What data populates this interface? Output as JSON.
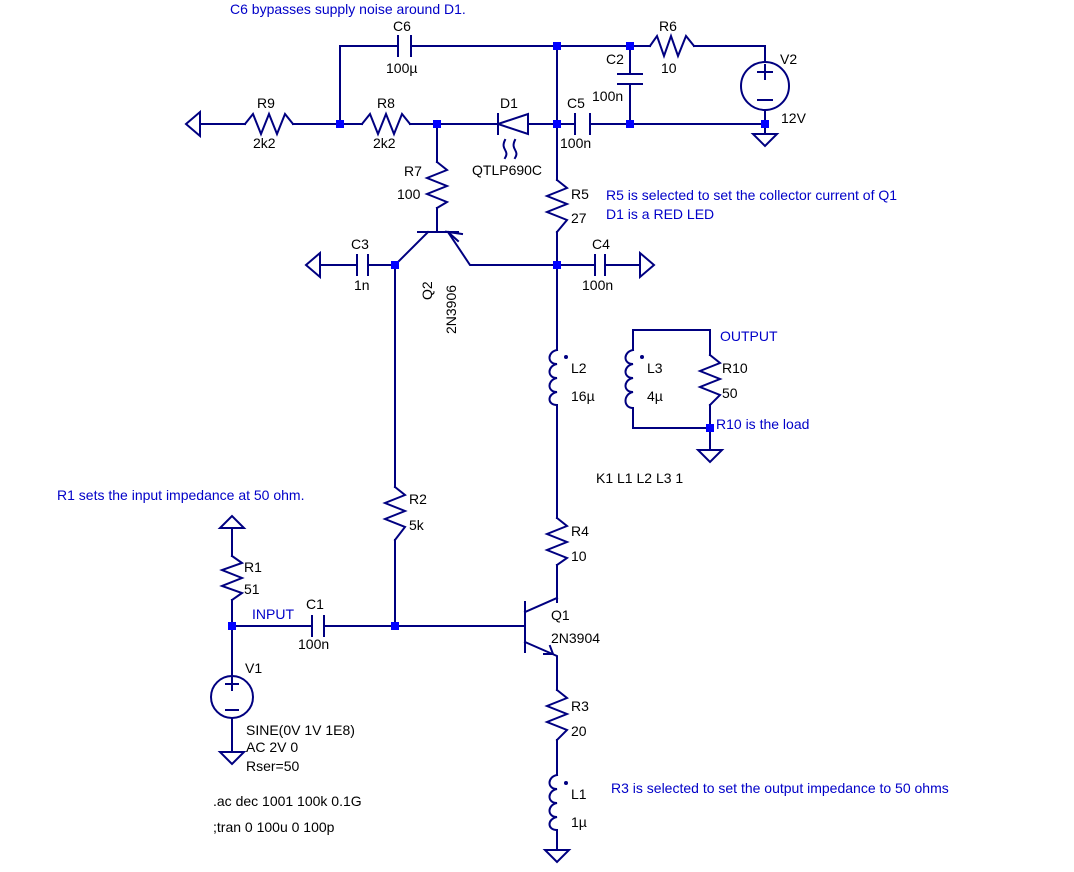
{
  "comments": {
    "c6_note": "C6 bypasses supply noise around D1.",
    "r5_note": "R5 is selected to set the collector current of Q1",
    "d1_note": "D1 is a RED LED",
    "r1_note": "R1 sets the input impedance at 50 ohm.",
    "r10_note": "R10 is the load",
    "r3_note": "R3 is selected to set the output impedance to 50 ohms"
  },
  "net_labels": {
    "input": "INPUT",
    "output": "OUTPUT"
  },
  "components": {
    "c6": {
      "name": "C6",
      "value": "100µ"
    },
    "r6": {
      "name": "R6",
      "value": "10"
    },
    "c2": {
      "name": "C2",
      "value": "100n"
    },
    "v2": {
      "name": "V2",
      "value": "12V"
    },
    "r9": {
      "name": "R9",
      "value": "2k2"
    },
    "r8": {
      "name": "R8",
      "value": "2k2"
    },
    "d1": {
      "name": "D1",
      "value": "QTLP690C"
    },
    "c5": {
      "name": "C5",
      "value": "100n"
    },
    "r7": {
      "name": "R7",
      "value": "100"
    },
    "r5": {
      "name": "R5",
      "value": "27"
    },
    "c3": {
      "name": "C3",
      "value": "1n"
    },
    "q2": {
      "name": "Q2",
      "value": "2N3906"
    },
    "c4": {
      "name": "C4",
      "value": "100n"
    },
    "l2": {
      "name": "L2",
      "value": "16µ"
    },
    "l3": {
      "name": "L3",
      "value": "4µ"
    },
    "r10": {
      "name": "R10",
      "value": "50"
    },
    "r2": {
      "name": "R2",
      "value": "5k"
    },
    "r4": {
      "name": "R4",
      "value": "10"
    },
    "r1": {
      "name": "R1",
      "value": "51"
    },
    "c1": {
      "name": "C1",
      "value": "100n"
    },
    "q1": {
      "name": "Q1",
      "value": "2N3904"
    },
    "v1": {
      "name": "V1",
      "line1": "SINE(0V 1V 1E8)",
      "line2": "AC 2V 0",
      "line3": "Rser=50"
    },
    "r3": {
      "name": "R3",
      "value": "20"
    },
    "l1": {
      "name": "L1",
      "value": "1µ"
    }
  },
  "directives": {
    "coupling": "K1 L1 L2 L3 1",
    "ac": ".ac dec 1001 100k 0.1G",
    "tran": ";tran 0 100u 0 100p"
  },
  "colors": {
    "wire": "#000080",
    "node": "#0000ff",
    "comment": "#0000c8",
    "text": "#000000",
    "background": "#ffffff"
  }
}
